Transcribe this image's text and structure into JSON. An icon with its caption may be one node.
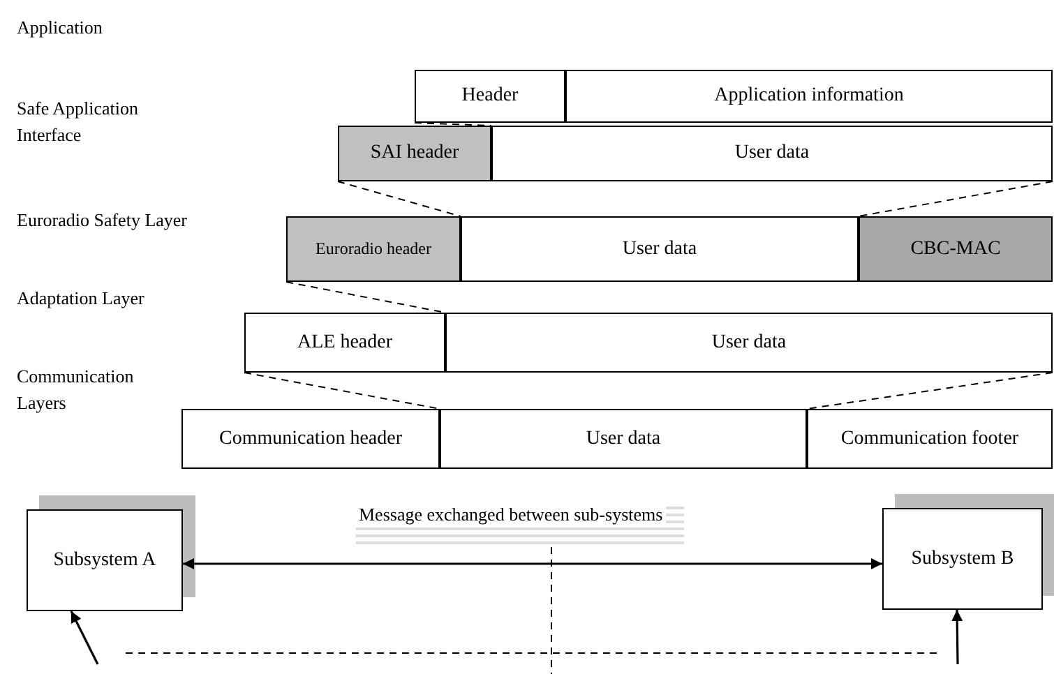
{
  "diagram": {
    "nodes": [
      {
        "text": [
          "Header"
        ]
      },
      {
        "text": [
          "Application information"
        ]
      },
      {
        "text": [
          "SAI header"
        ]
      },
      {
        "text": [
          "User data"
        ]
      },
      {
        "text": [
          "Euroradio header"
        ]
      },
      {
        "text": [
          "User data"
        ]
      },
      {
        "text": [
          "CBC-MAC"
        ]
      },
      {
        "text": [
          "ALE header"
        ]
      },
      {
        "text": [
          "User data"
        ]
      },
      {
        "text": [
          "Communication header"
        ]
      },
      {
        "text": [
          "User data"
        ]
      },
      {
        "text": [
          "Communication footer"
        ]
      },
      {
        "text": [
          "Subsystem A"
        ]
      },
      {
        "text": [
          "Subsystem B"
        ]
      }
    ],
    "edges": [
      {
        "from": 0,
        "to": 3,
        "arrow": "none",
        "style": "dashed"
      },
      {
        "from": 2,
        "to": 5,
        "arrow": "none",
        "style": "dashed"
      },
      {
        "from": 3,
        "to": 5,
        "arrow": "none",
        "style": "dashed"
      },
      {
        "from": 4,
        "to": 8,
        "arrow": "none",
        "style": "dashed"
      },
      {
        "from": 7,
        "to": 10,
        "arrow": "none",
        "style": "dashed"
      },
      {
        "from": 8,
        "to": 10,
        "arrow": "none",
        "style": "dashed"
      },
      {
        "from": 12,
        "to": 13,
        "arrow": "both",
        "label": "Message exchanged between sub-systems"
      },
      {
        "from": null,
        "to": 12,
        "arrow": "to"
      },
      {
        "from": null,
        "to": 13,
        "arrow": "to"
      }
    ],
    "labels": [
      "Application",
      "Safe Application Interface",
      "Euroradio Safety Layer",
      "Adaptation Layer",
      "Communication Layers"
    ]
  }
}
